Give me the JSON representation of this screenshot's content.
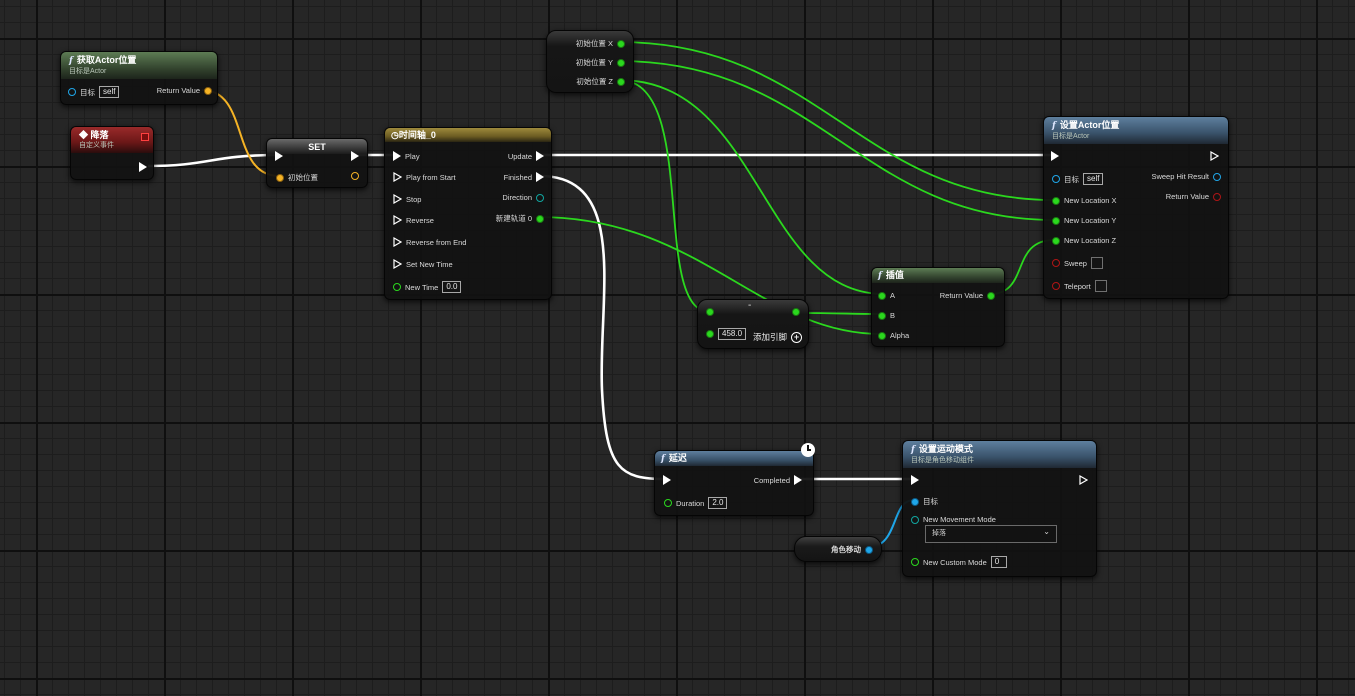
{
  "colors": {
    "exec_wire": "#ffffff",
    "vector_wire": "#2bd81e",
    "object_wire": "#f5b325",
    "component_wire": "#1fa6e8",
    "grid_background": "#262626"
  },
  "nodes": {
    "get_actor_location": {
      "title": "获取Actor位置",
      "subtitle": "目标是Actor",
      "target_label": "目标",
      "target_value": "self",
      "return_label": "Return Value"
    },
    "landed_event": {
      "title": "降落",
      "subtitle": "自定义事件"
    },
    "set_node": {
      "title": "SET",
      "var_label": "初始位置"
    },
    "timeline": {
      "title": "时间轴_0",
      "inputs": [
        "Play",
        "Play from Start",
        "Stop",
        "Reverse",
        "Reverse from End",
        "Set New Time"
      ],
      "new_time_label": "New Time",
      "new_time_value": "0.0",
      "outputs": [
        "Update",
        "Finished",
        "Direction",
        "新建轨道 0"
      ]
    },
    "break_vector": {
      "outputs": [
        "初始位置 X",
        "初始位置 Y",
        "初始位置 Z"
      ]
    },
    "subtract_node": {
      "symbol": "-",
      "input_value": "458.0",
      "add_pin_label": "添加引脚",
      "add_icon": "plus-circle-icon"
    },
    "lerp": {
      "title": "插值",
      "inputs": [
        "A",
        "B",
        "Alpha"
      ],
      "return_label": "Return Value"
    },
    "set_actor_location": {
      "title": "设置Actor位置",
      "subtitle": "目标是Actor",
      "target_label": "目标",
      "target_value": "self",
      "inputs": [
        "New Location X",
        "New Location Y",
        "New Location Z",
        "Sweep",
        "Teleport"
      ],
      "outputs": [
        "Sweep Hit Result",
        "Return Value"
      ]
    },
    "delay": {
      "title": "延迟",
      "completed_label": "Completed",
      "duration_label": "Duration",
      "duration_value": "2.0",
      "icon": "clock-icon"
    },
    "set_movement_mode": {
      "title": "设置运动模式",
      "subtitle": "目标是角色移动组件",
      "target_label": "目标",
      "mode_label": "New Movement Mode",
      "mode_value": "掉落",
      "custom_label": "New Custom Mode",
      "custom_value": "0"
    },
    "character_movement": {
      "label": "角色移动"
    }
  }
}
